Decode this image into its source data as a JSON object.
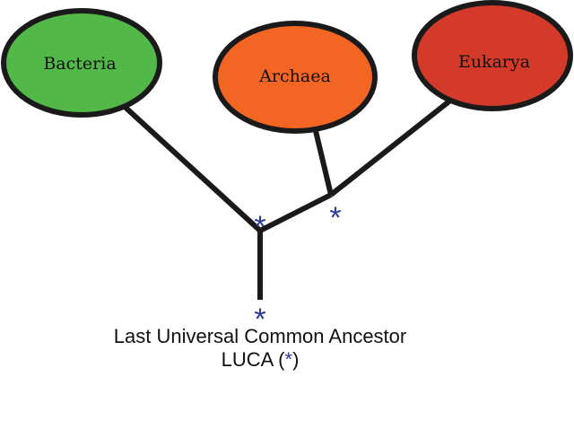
{
  "nodes": {
    "bacteria": {
      "label": "Bacteria",
      "color": "#52b848"
    },
    "archaea": {
      "label": "Archaea",
      "color": "#f26522"
    },
    "eukarya": {
      "label": "Eukarya",
      "color": "#d43a2a"
    }
  },
  "markers": {
    "symbol": "*",
    "color": "#2b3a9a"
  },
  "caption": {
    "line1": "Last Universal Common Ancestor",
    "line2_prefix": "LUCA (",
    "line2_symbol": "*",
    "line2_suffix": ")"
  }
}
